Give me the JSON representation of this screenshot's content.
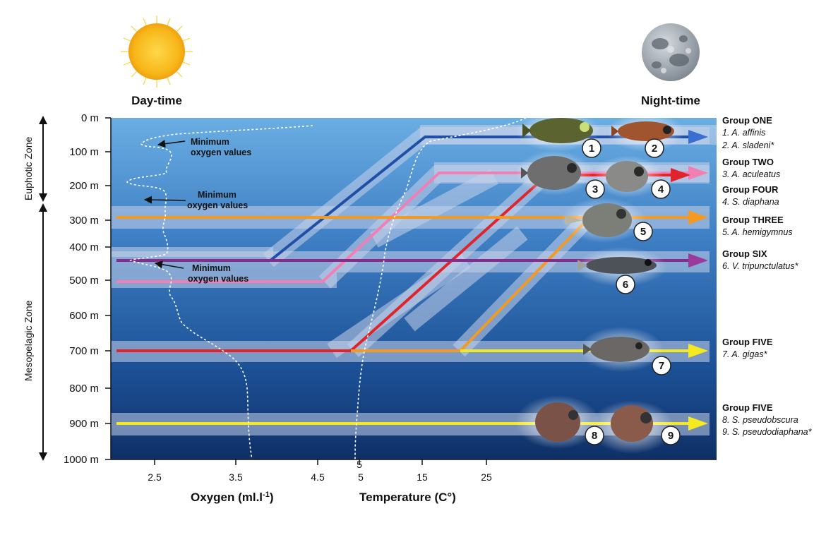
{
  "header": {
    "day_label": "Day-time",
    "night_label": "Night-time",
    "sun_icon": "sun-icon",
    "moon_icon": "moon-icon"
  },
  "colors": {
    "dark_blue": "#1f4fa6",
    "pink": "#f27fb3",
    "red": "#e0242b",
    "orange": "#f39a22",
    "purple": "#8a2a8a",
    "yellow": "#f5ea20",
    "band": "#c7d2e9"
  },
  "depth_axis": {
    "labels": [
      "0 m",
      "100 m",
      "200 m",
      "300 m",
      "400 m",
      "500 m",
      "600 m",
      "700 m",
      "800 m",
      "900 m",
      "1000 m"
    ]
  },
  "zones": [
    {
      "label": "Euphotic Zone"
    },
    {
      "label": "Mesopelagic Zone"
    }
  ],
  "oxygen_axis": {
    "title": "Oxygen (ml.l",
    "title_sup": "-1",
    "title_end": ")",
    "ticks": [
      "2.5",
      "3.5",
      "4.5"
    ]
  },
  "temperature_axis": {
    "title": "Temperature (C°)",
    "ticks": [
      "5",
      "5",
      "15",
      "25"
    ]
  },
  "annotations": [
    {
      "line1": "Minimum",
      "line2": "oxygen values"
    },
    {
      "line1": "Minimum",
      "line2": "oxygen values"
    },
    {
      "line1": "Minimum",
      "line2": "oxygen values"
    }
  ],
  "groups": [
    {
      "title": "Group ONE",
      "members": [
        "1. A. affinis",
        "2. A. sladeni*"
      ]
    },
    {
      "title": "Group TWO",
      "members": [
        "3. A. aculeatus"
      ]
    },
    {
      "title": "Group FOUR",
      "members": [
        "4. S. diaphana"
      ]
    },
    {
      "title": "Group THREE",
      "members": [
        "5. A. hemigymnus"
      ]
    },
    {
      "title": "Group SIX",
      "members": [
        "6. V. tripunctulatus*"
      ]
    },
    {
      "title": "Group FIVE",
      "members": [
        "7. A. gigas*"
      ]
    },
    {
      "title": "Group FIVE",
      "members": [
        "8. S. pseudobscura",
        "9. S. pseudodiaphana*"
      ]
    }
  ],
  "fish_badges": [
    "1",
    "2",
    "3",
    "4",
    "5",
    "6",
    "7",
    "8",
    "9"
  ]
}
